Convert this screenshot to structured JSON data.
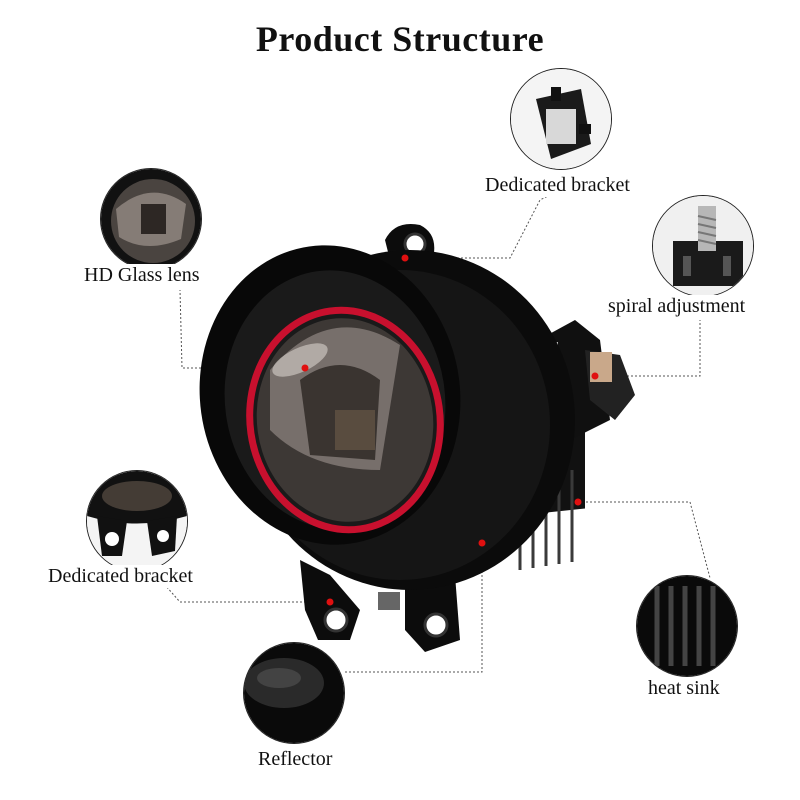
{
  "title": "Product Structure",
  "labels": {
    "dedicated_bracket_top": "Dedicated bracket",
    "hd_glass_lens": "HD Glass lens",
    "spiral_adjustment": "spiral adjustment",
    "dedicated_bracket_left": "Dedicated bracket",
    "heat_sink": "heat sink",
    "reflector": "Reflector"
  },
  "colors": {
    "marker": "#e01010",
    "leader_line": "#555555",
    "lens_accent": "#c8102e",
    "housing": "#0b0b0b"
  }
}
